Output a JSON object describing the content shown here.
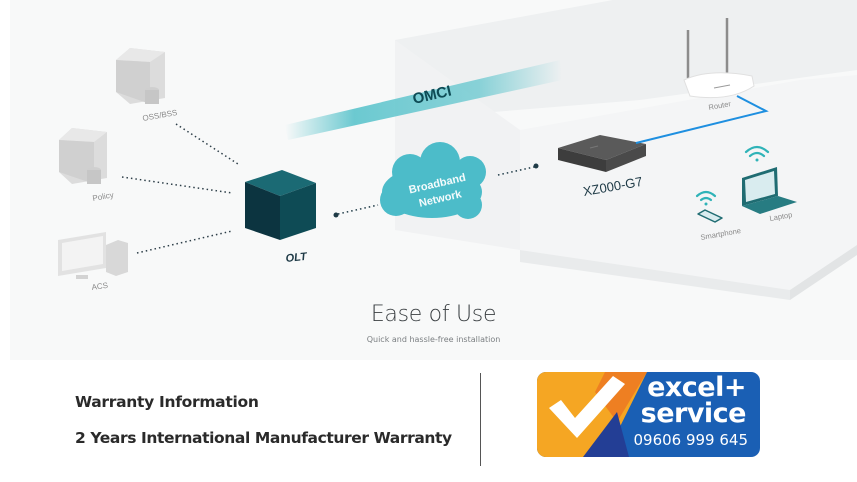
{
  "diagram": {
    "nodes": {
      "oss_bss": "OSS/BSS",
      "policy": "Policy",
      "acs": "ACS",
      "olt": "OLT",
      "cloud_line1": "Broadband",
      "cloud_line2": "Network",
      "omci": "OMCI",
      "onu": "XZ000-G7",
      "router": "Router",
      "smartphone": "Smartphone",
      "laptop": "Laptop"
    },
    "colors": {
      "olt": "#0e4b55",
      "cloud": "#4cbcc9",
      "link_blue": "#1e8fe0",
      "wifi": "#2fb3b8",
      "omci_band": "#5cc4cc"
    }
  },
  "feature": {
    "title": "Ease of Use",
    "subtitle": "Quick and hassle-free installation"
  },
  "warranty": {
    "heading": "Warranty Information",
    "text": "2 Years International Manufacturer Warranty"
  },
  "badge": {
    "line1": "excel+",
    "line2": "service",
    "phone": "09606 999 645",
    "colors": {
      "orange": "#f5a623",
      "blue": "#1a5fb4"
    }
  }
}
